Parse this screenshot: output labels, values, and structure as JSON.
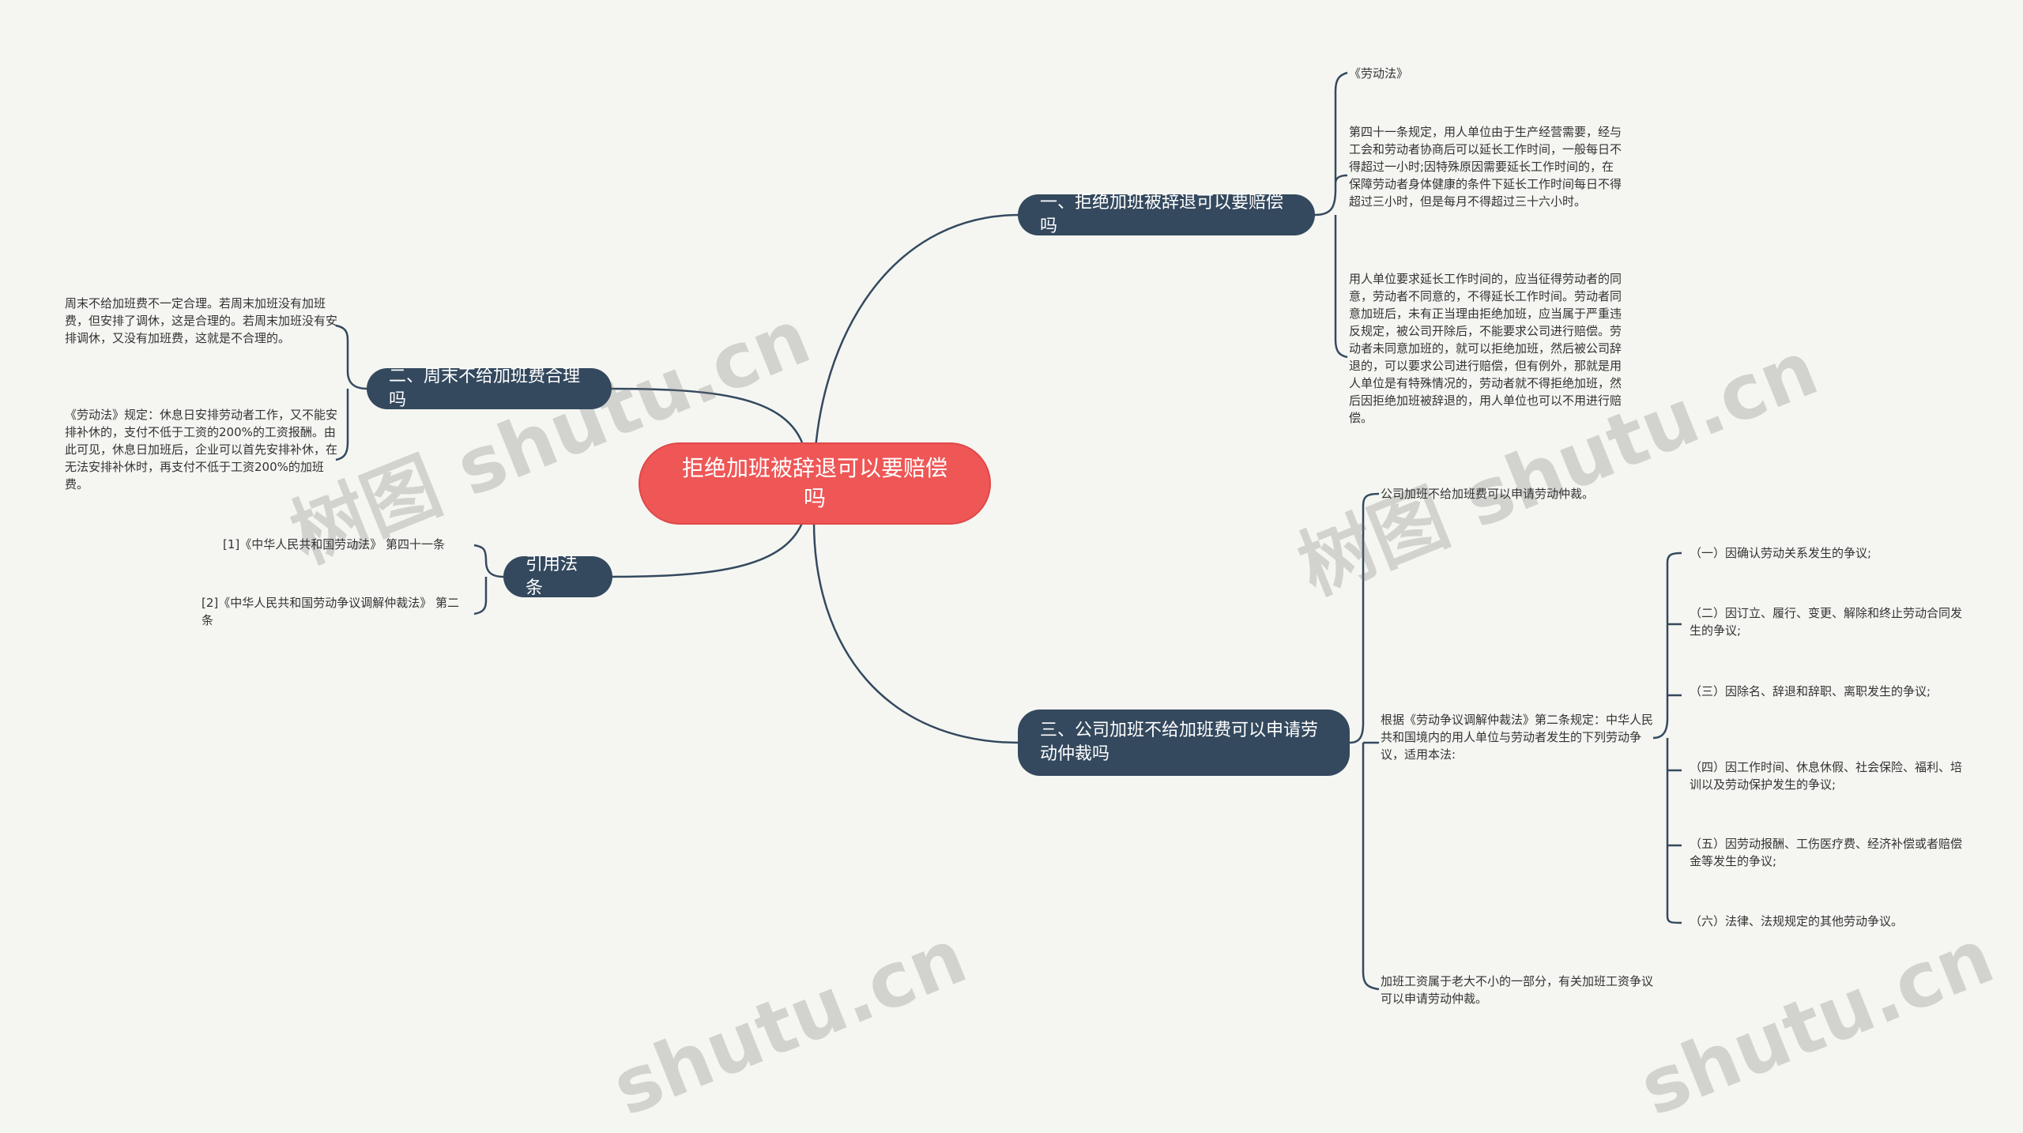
{
  "root": {
    "label": "拒绝加班被辞退可以要赔偿吗"
  },
  "branches": {
    "b1": {
      "label": "一、拒绝加班被辞退可以要赔偿吗",
      "leaves": [
        "《劳动法》",
        "第四十一条规定，用人单位由于生产经营需要，经与工会和劳动者协商后可以延长工作时间，一般每日不得超过一小时;因特殊原因需要延长工作时间的，在保障劳动者身体健康的条件下延长工作时间每日不得超过三小时，但是每月不得超过三十六小时。",
        "用人单位要求延长工作时间的，应当征得劳动者的同意，劳动者不同意的，不得延长工作时间。劳动者同意加班后，未有正当理由拒绝加班，应当属于严重违反规定，被公司开除后，不能要求公司进行赔偿。劳动者未同意加班的，就可以拒绝加班，然后被公司辞退的，可以要求公司进行赔偿，但有例外，那就是用人单位是有特殊情况的，劳动者就不得拒绝加班，然后因拒绝加班被辞退的，用人单位也可以不用进行赔偿。"
      ]
    },
    "b2": {
      "label": "二、周末不给加班费合理吗",
      "leaves": [
        "周末不给加班费不一定合理。若周末加班没有加班费，但安排了调休，这是合理的。若周末加班没有安排调休，又没有加班费，这就是不合理的。",
        "《劳动法》规定：休息日安排劳动者工作，又不能安排补休的，支付不低于工资的200%的工资报酬。由此可见，休息日加班后，企业可以首先安排补休，在无法安排补休时，再支付不低于工资200%的加班费。"
      ]
    },
    "b3": {
      "label": "引用法条",
      "leaves": [
        "[1]《中华人民共和国劳动法》 第四十一条",
        "[2]《中华人民共和国劳动争议调解仲裁法》 第二条"
      ]
    },
    "b4": {
      "label": "三、公司加班不给加班费可以申请劳动仲裁吗",
      "leaves": [
        "公司加班不给加班费可以申请劳动仲裁。",
        "根据《劳动争议调解仲裁法》第二条规定：中华人民共和国境内的用人单位与劳动者发生的下列劳动争议，适用本法:",
        "加班工资属于老大不小的一部分，有关加班工资争议可以申请劳动仲裁。"
      ],
      "sub_items": [
        "（一）因确认劳动关系发生的争议;",
        "（二）因订立、履行、变更、解除和终止劳动合同发生的争议;",
        "（三）因除名、辞退和辞职、离职发生的争议;",
        "（四）因工作时间、休息休假、社会保险、福利、培训以及劳动保护发生的争议;",
        "（五）因劳动报酬、工伤医疗费、经济补偿或者赔偿金等发生的争议;",
        "（六）法律、法规规定的其他劳动争议。"
      ]
    }
  },
  "watermarks": [
    "树图 shutu.cn",
    "树图 shutu.cn",
    "shutu.cn",
    "shutu.cn"
  ],
  "colors": {
    "root": "#ef5656",
    "branch": "#34495e",
    "background": "#f5f6f2"
  }
}
